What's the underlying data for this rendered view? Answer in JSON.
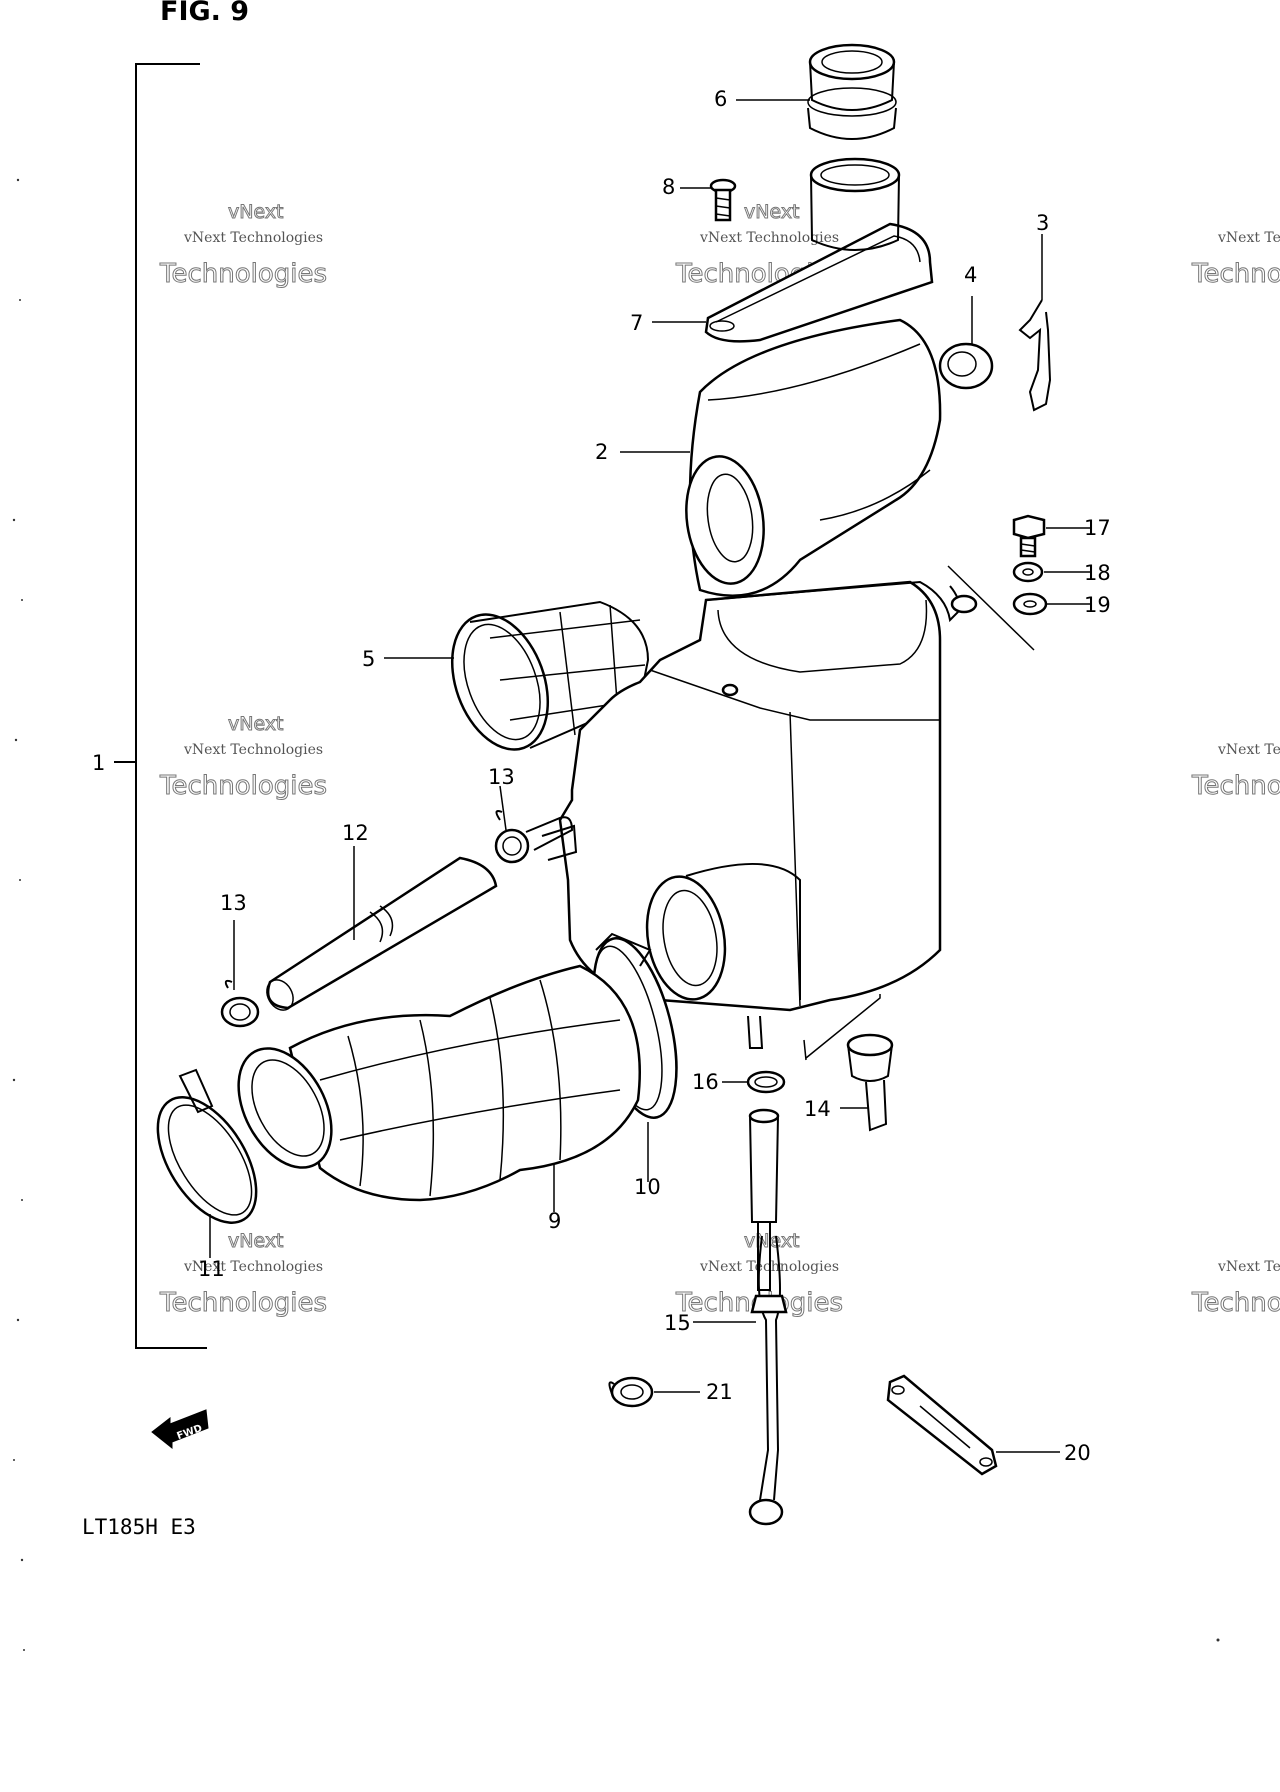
{
  "figure_title": "FIG. 9",
  "model_code": "LT185H  E3",
  "fwd_label": "FWD",
  "watermark": {
    "line1": "vNext Technologies",
    "line2": "Technologies",
    "line3": "vNext"
  },
  "callouts": [
    "1",
    "2",
    "3",
    "4",
    "5",
    "6",
    "7",
    "8",
    "9",
    "10",
    "11",
    "12",
    "13",
    "13",
    "14",
    "15",
    "16",
    "17",
    "18",
    "19",
    "20",
    "21"
  ]
}
